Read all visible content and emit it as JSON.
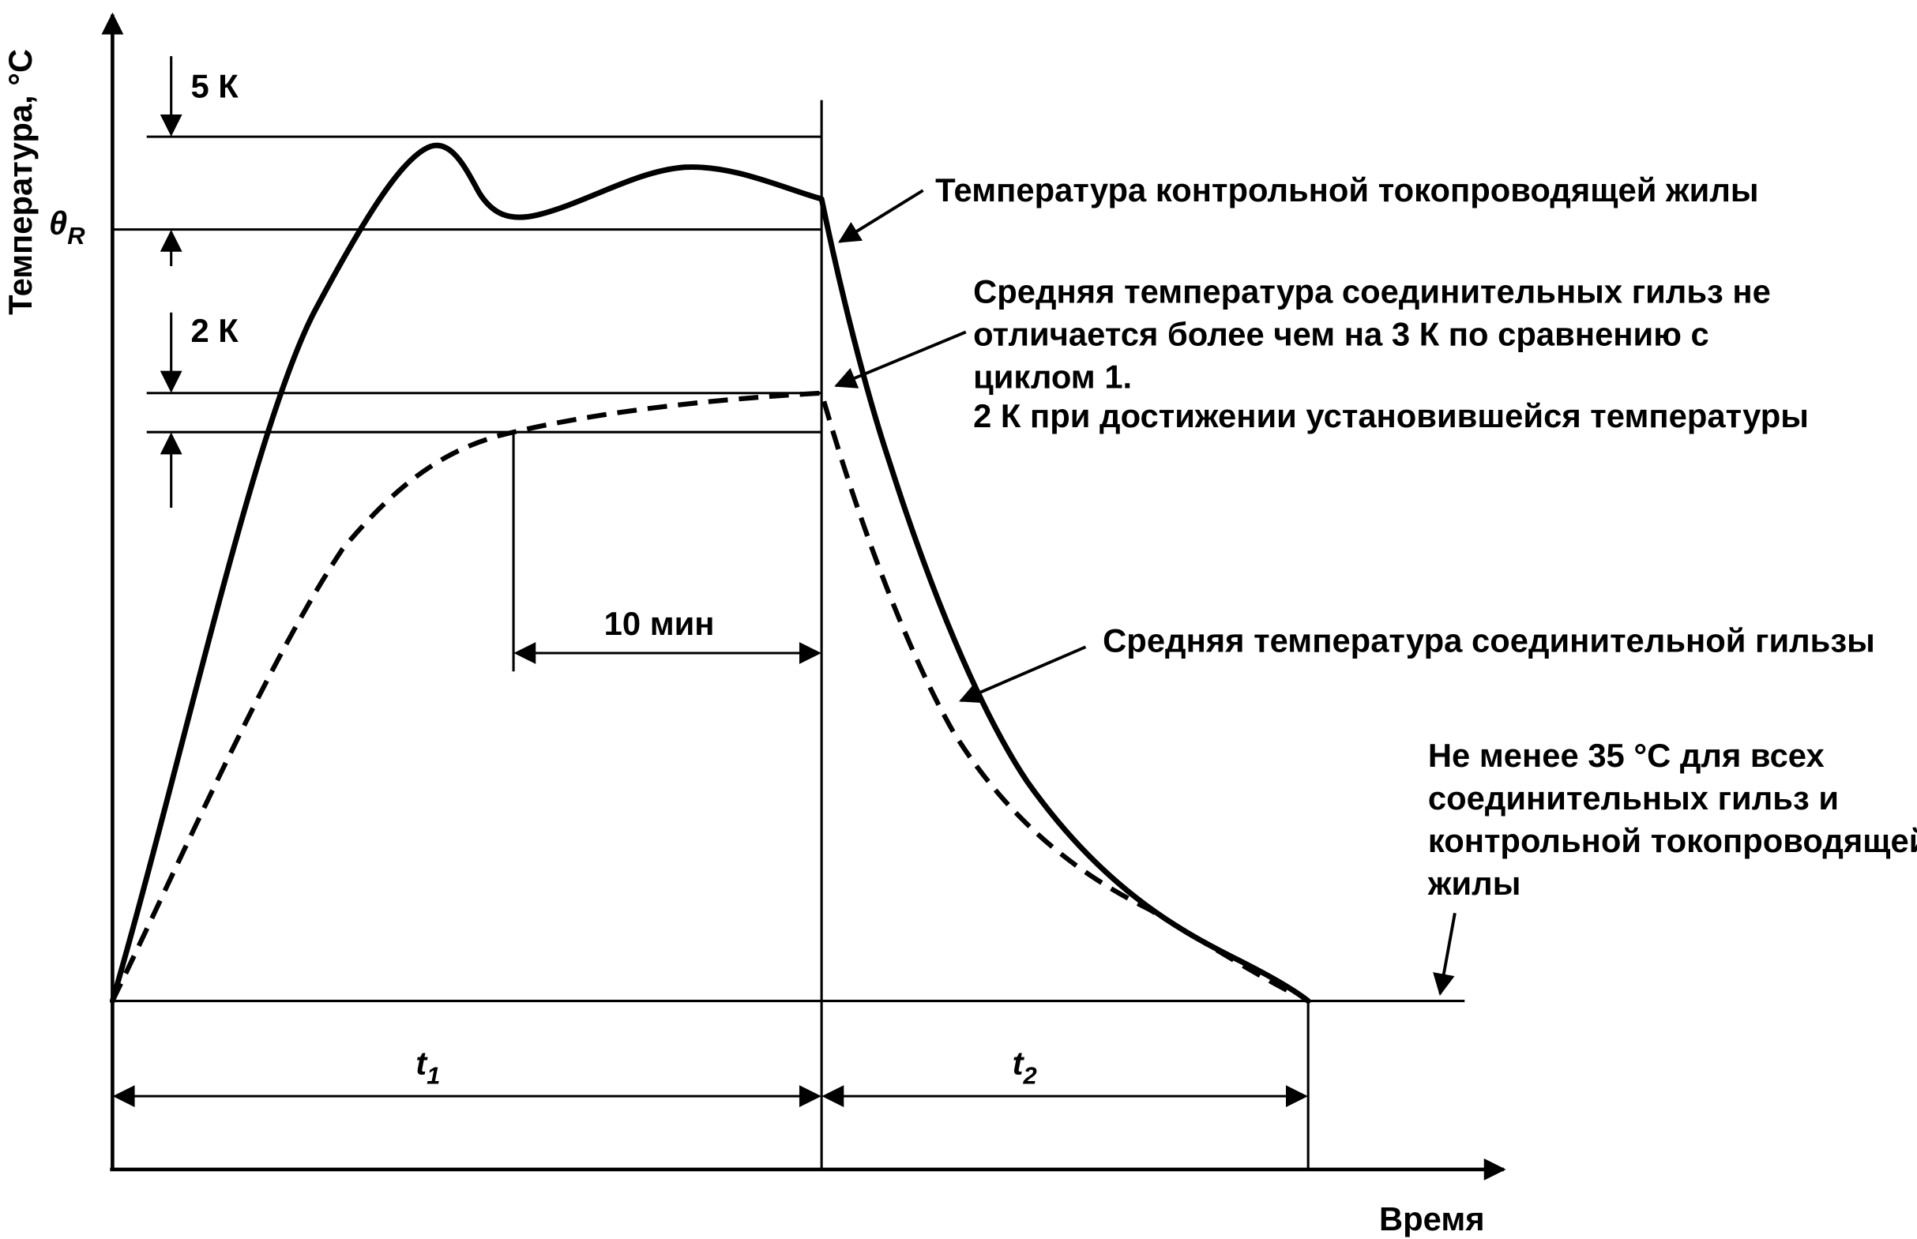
{
  "axes": {
    "y_label": "Температура, °C",
    "x_label": "Время",
    "theta_symbol": "θ",
    "theta_subscript": "R"
  },
  "marks": {
    "five_k": "5 К",
    "two_k": "2 К",
    "ten_min": "10 мин",
    "t1_letter": "t",
    "t1_sub": "1",
    "t2_letter": "t",
    "t2_sub": "2"
  },
  "annotations": {
    "conductor_temperature": "Температура контрольной токопроводящей жилы",
    "average_connector_note_lines": [
      "Средняя температура соединительных гильз не",
      "отличается более чем на 3 К по сравнению с",
      "циклом 1.",
      "2 К при достижении установившейся температуры"
    ],
    "average_connector_temperature": "Средняя температура соединительной гильзы",
    "min_temperature_lines": [
      "Не менее 35 °C для всех",
      "соединительных гильз и",
      "контрольной токопроводящей",
      "жилы"
    ]
  },
  "curves": {
    "conductor": {
      "style": "solid",
      "color": "#000000"
    },
    "connector_average": {
      "style": "dashed",
      "color": "#000000"
    }
  }
}
